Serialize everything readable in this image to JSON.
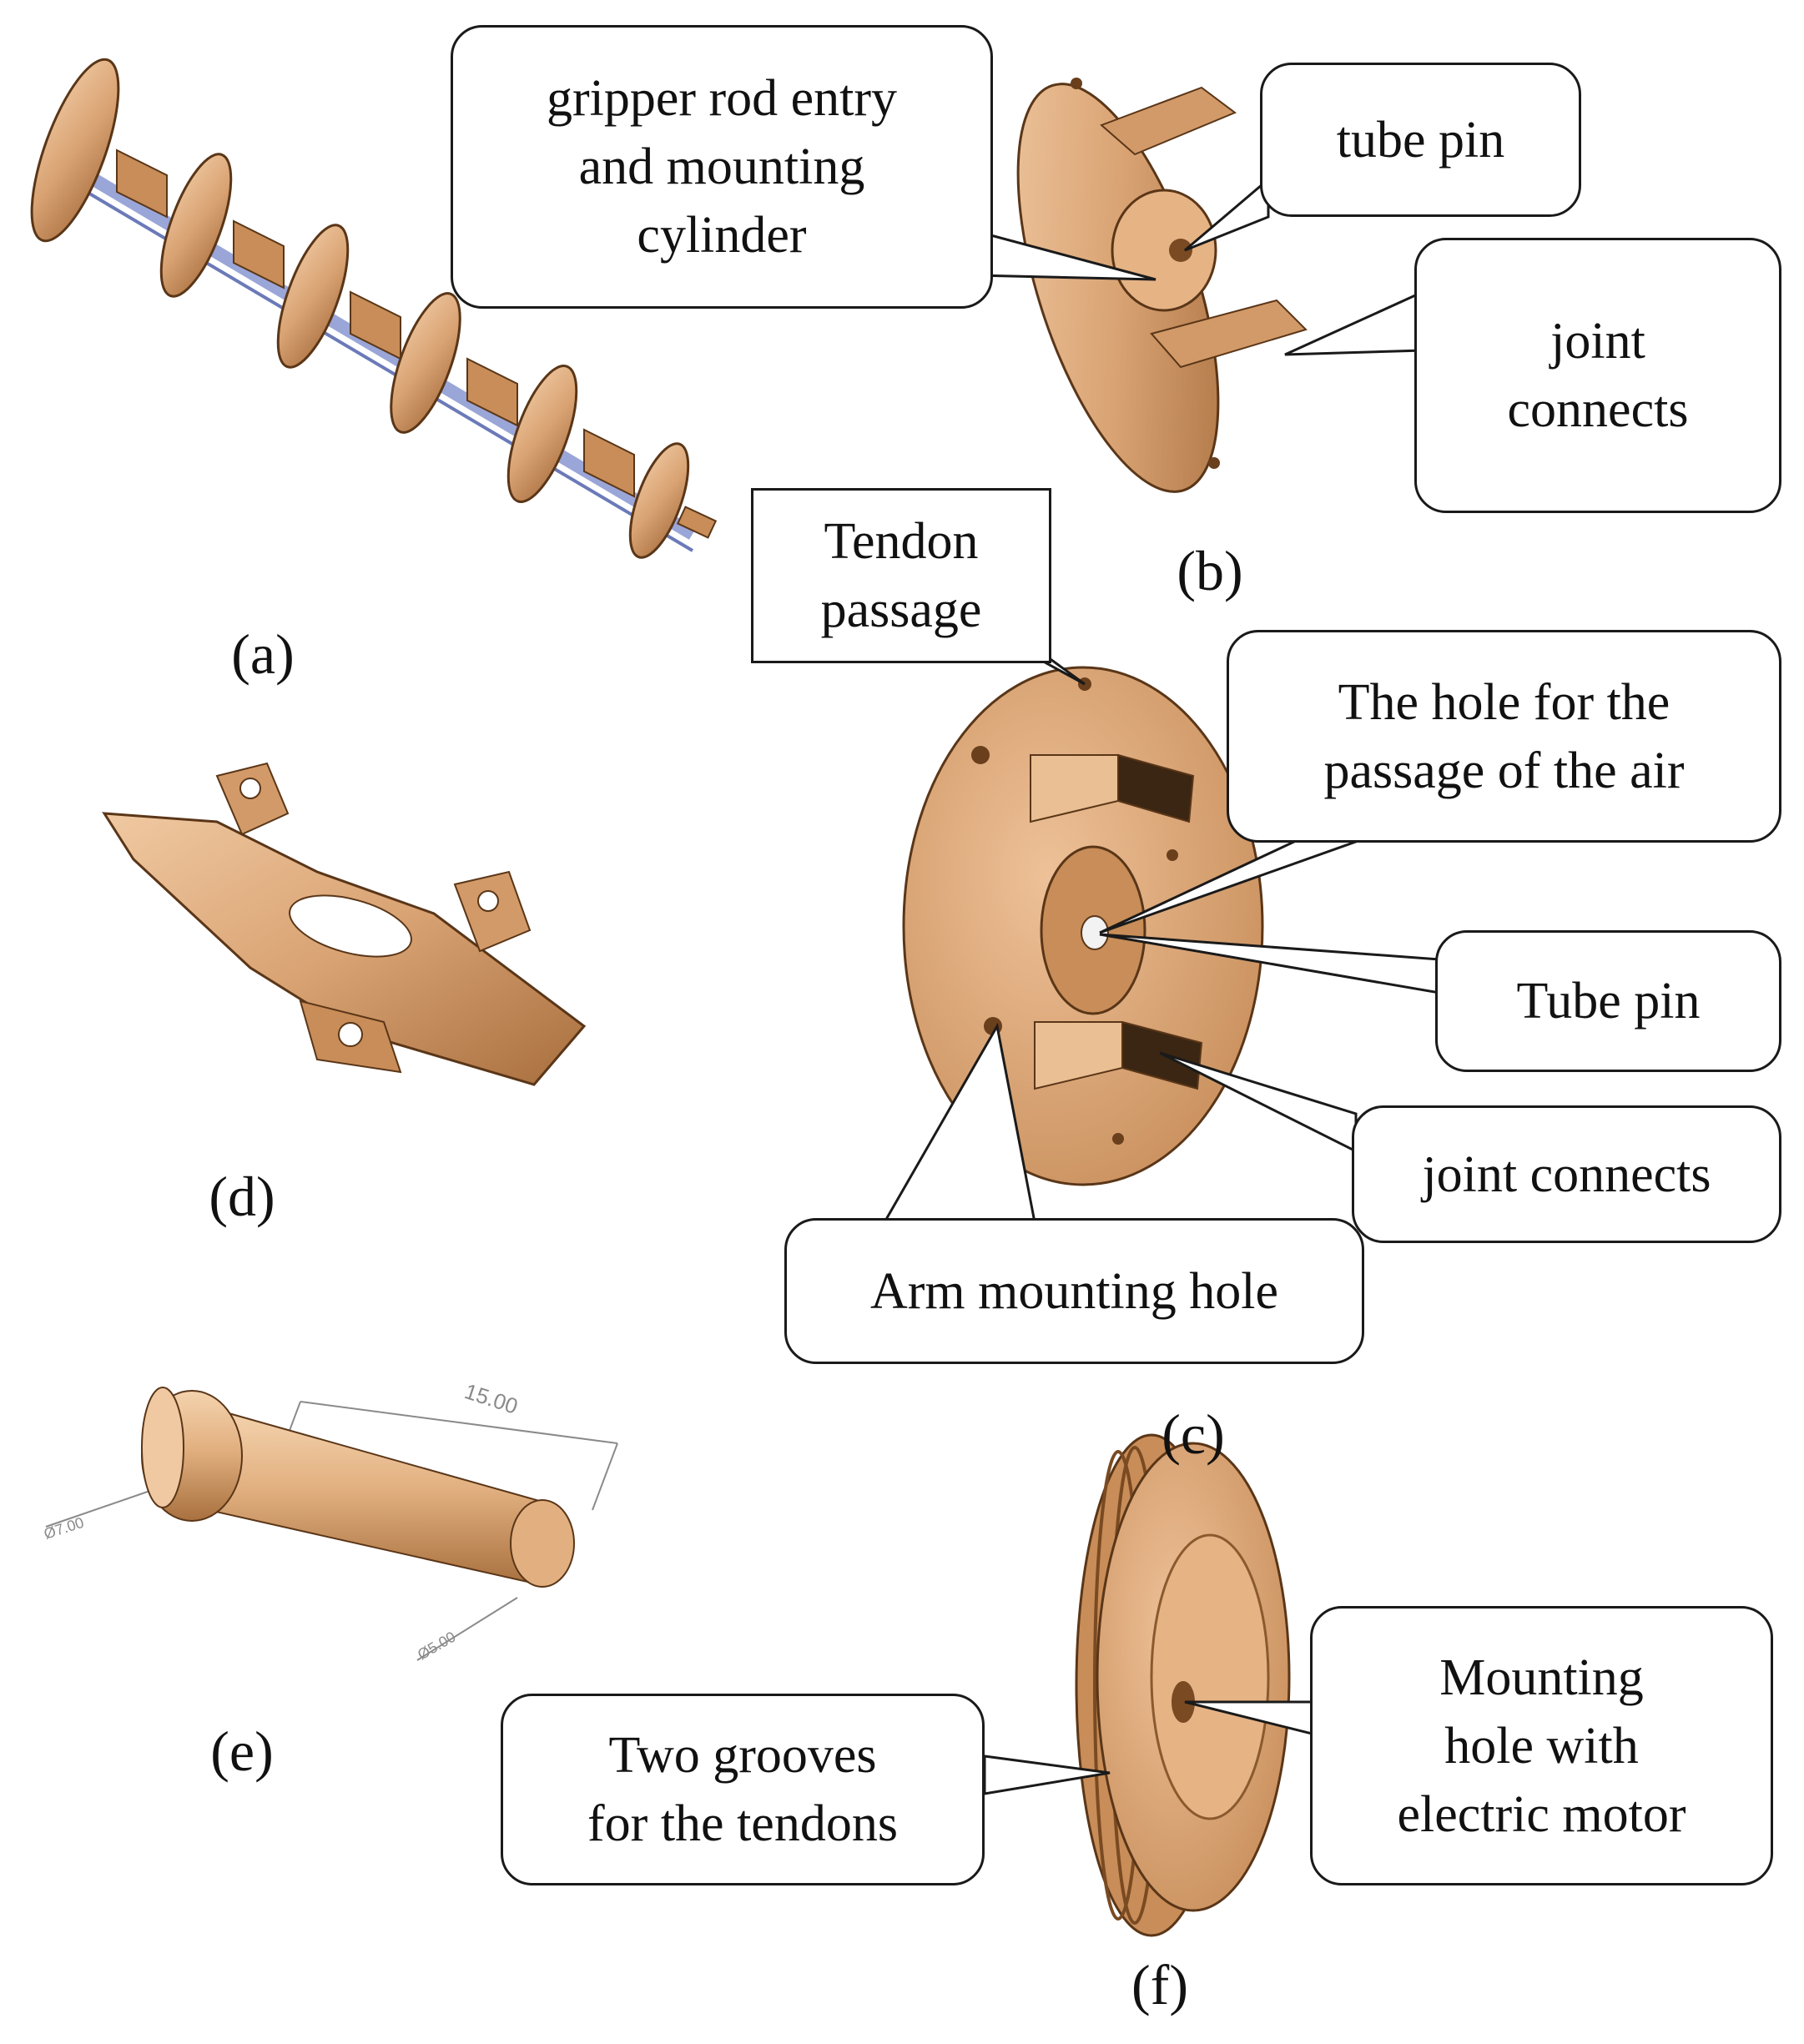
{
  "colors": {
    "part_light": "#e8b98e",
    "part_mid": "#d29a68",
    "part_dark": "#9a6434",
    "part_edge": "#5a3618",
    "rod": "#9aa6d8",
    "line": "#1a1a1a",
    "dimension": "#8a8a8a"
  },
  "panels": {
    "a": {
      "label": "(a)"
    },
    "b": {
      "label": "(b)",
      "callouts": {
        "rod_entry": [
          "gripper rod entry",
          "and mounting",
          "cylinder"
        ],
        "tube_pin": [
          "tube pin"
        ],
        "joint_connects": [
          "joint",
          "connects"
        ]
      }
    },
    "c": {
      "label": "(c)",
      "callouts": {
        "tendon_passage": [
          "Tendon",
          "passage"
        ],
        "air_hole": [
          "The hole for the",
          "passage of the air"
        ],
        "tube_pin": [
          "Tube pin"
        ],
        "joint_connects": [
          "joint connects"
        ],
        "arm_mounting": [
          "Arm mounting hole"
        ]
      }
    },
    "d": {
      "label": "(d)"
    },
    "e": {
      "label": "(e)",
      "dimensions": {
        "length": "15.00",
        "left": "Ø7.00",
        "right": "Ø5.00"
      }
    },
    "f": {
      "label": "(f)",
      "callouts": {
        "grooves": [
          "Two grooves",
          "for the tendons"
        ],
        "motor_hole": [
          "Mounting",
          "hole with",
          "electric motor"
        ]
      }
    }
  }
}
